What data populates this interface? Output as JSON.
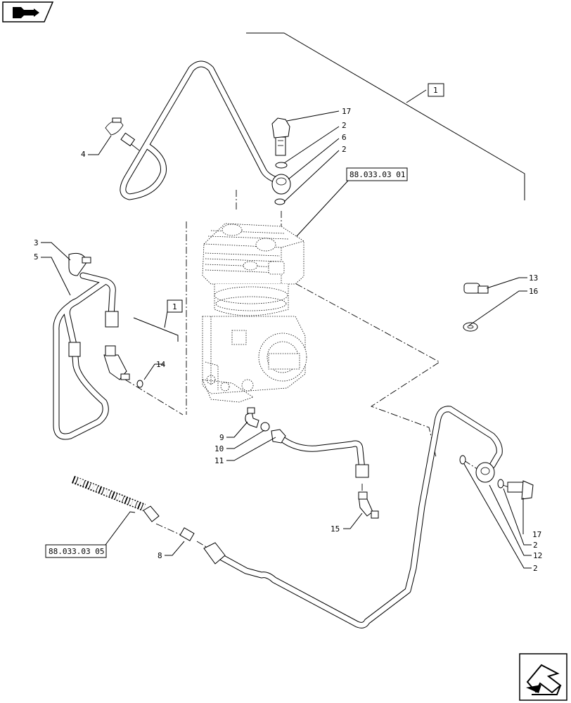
{
  "callouts": {
    "c1": "1",
    "c1b": "1",
    "c2a": "2",
    "c2b": "2",
    "c2c": "2",
    "c2d": "2",
    "c3": "3",
    "c4": "4",
    "c5": "5",
    "c6": "6",
    "c8": "8",
    "c9": "9",
    "c10": "10",
    "c11": "11",
    "c12": "12",
    "c13": "13",
    "c14": "14",
    "c15": "15",
    "c16": "16",
    "c17a": "17",
    "c17b": "17"
  },
  "references": {
    "ref_top": "88.033.03 01",
    "ref_bottom": "88.033.03 05"
  },
  "icons": {
    "top_left": "book-arrow-icon",
    "bottom_right": "next-page-arrow-icon"
  }
}
